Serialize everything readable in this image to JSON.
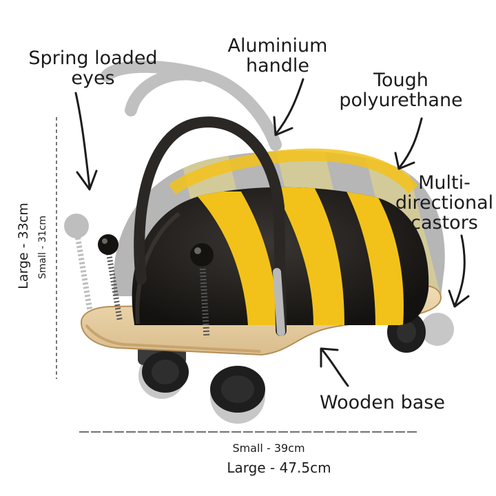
{
  "labels": {
    "eyes": [
      "Spring loaded",
      "eyes"
    ],
    "handle": [
      "Aluminium",
      "handle"
    ],
    "material": [
      "Tough",
      "polyurethane"
    ],
    "castors": [
      "Multi-",
      "directional",
      "castors"
    ],
    "base": "Wooden base"
  },
  "dimensions": {
    "height_large": "Large - 33cm",
    "height_small": "Small - 31cm",
    "length_small": "Small - 39cm",
    "length_large": "Large - 47.5cm"
  },
  "colors": {
    "yellow": "#f2c21b",
    "black": "#1d1a17",
    "wood": "#ead2a6",
    "ghost_grey": "#9a9a9a",
    "chrome": "#b9b9b9"
  }
}
